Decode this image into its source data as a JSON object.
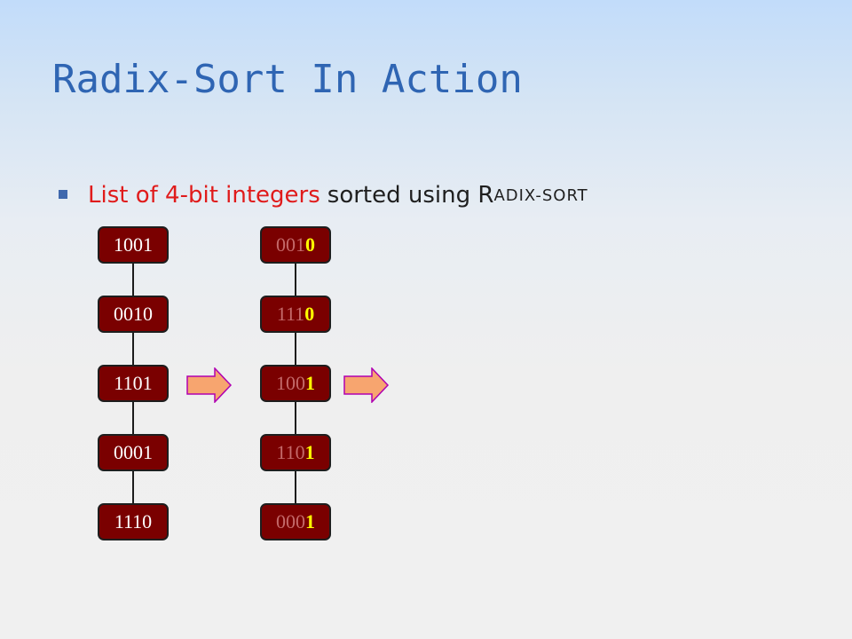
{
  "title": "Radix-Sort In Action",
  "bullet": {
    "highlight": "List of 4-bit integers",
    "rest": "sorted using R",
    "smallcap": "ADIX-SORT"
  },
  "columns": [
    {
      "items": [
        {
          "prefix": "1001",
          "digit": ""
        },
        {
          "prefix": "0010",
          "digit": ""
        },
        {
          "prefix": "1101",
          "digit": ""
        },
        {
          "prefix": "0001",
          "digit": ""
        },
        {
          "prefix": "1110",
          "digit": ""
        }
      ]
    },
    {
      "items": [
        {
          "prefix": "001",
          "digit": "0"
        },
        {
          "prefix": "111",
          "digit": "0"
        },
        {
          "prefix": "100",
          "digit": "1"
        },
        {
          "prefix": "110",
          "digit": "1"
        },
        {
          "prefix": "000",
          "digit": "1"
        }
      ]
    }
  ],
  "colors": {
    "title": "#2f65b3",
    "node_fill": "#7a0000",
    "highlight_digit": "#ffff00",
    "dim_digit": "#c46a6a",
    "arrow_fill": "#f7a56f",
    "arrow_stroke": "#b000b0"
  }
}
